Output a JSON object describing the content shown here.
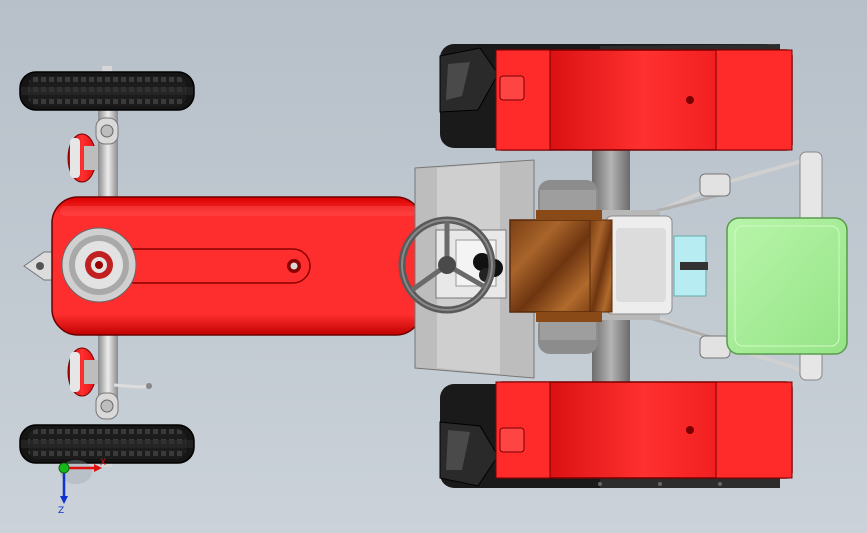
{
  "viewport": {
    "background_top": "#b7c0c9",
    "background_bottom": "#cbd2d9"
  },
  "model": {
    "subject": "tractor-top-view",
    "body_color": "#ff2a2a",
    "body_shade": "#c80000",
    "seat_color": "#9c5a24",
    "canopy_color": "#a8ee9a",
    "tire_color": "#1c1c1c",
    "metal_color": "#c9c9c9"
  },
  "triad": {
    "x_label": "X",
    "z_label": "Z",
    "x_color": "#e01010",
    "y_color": "#18b818",
    "z_color": "#1030d0"
  }
}
